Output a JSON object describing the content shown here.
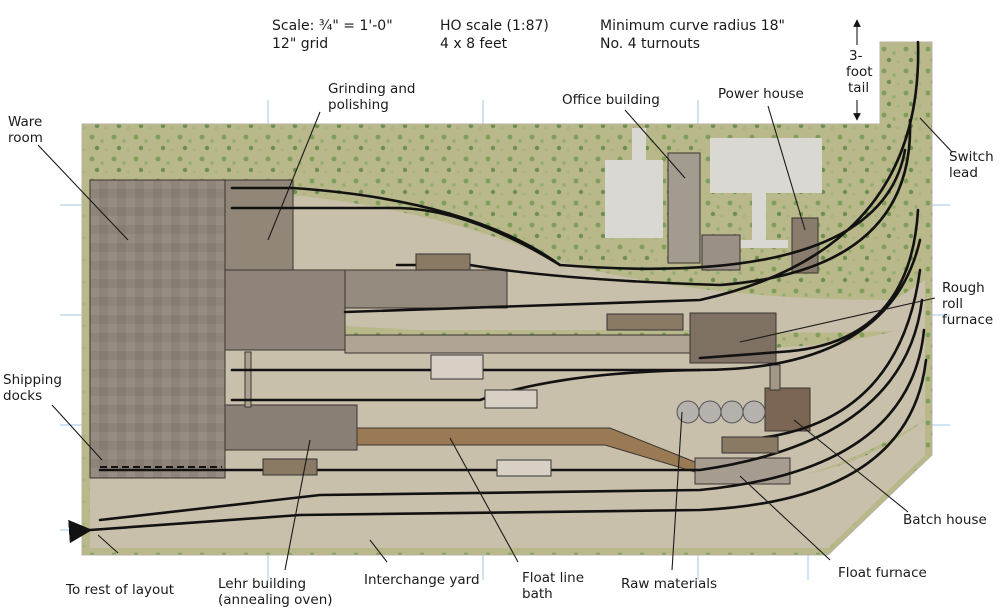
{
  "header": {
    "scale_line": "Scale: ¾\" = 1'-0\"",
    "grid_line": "12\" grid",
    "ho_line": "HO scale (1:87)",
    "size_line": "4 x 8 feet",
    "curve_line": "Minimum curve radius 18\"",
    "turnout_line": "No. 4 turnouts"
  },
  "tail": {
    "line1": "3-",
    "line2": "foot",
    "line3": "tail"
  },
  "labels": {
    "ware_room": [
      "Ware",
      "room"
    ],
    "grinding": [
      "Grinding and",
      "polishing"
    ],
    "office": "Office building",
    "power_house": "Power house",
    "switch_lead": [
      "Switch",
      "lead"
    ],
    "rough_roll": [
      "Rough",
      "roll",
      "furnace"
    ],
    "shipping": [
      "Shipping",
      "docks"
    ],
    "batch_house": "Batch house",
    "float_furnace": "Float furnace",
    "to_rest": "To rest of layout",
    "lehr": [
      "Lehr building",
      "(annealing oven)"
    ],
    "interchange": "Interchange yard",
    "float_bath": [
      "Float line",
      "bath"
    ],
    "raw_materials": "Raw materials"
  },
  "colors": {
    "ground": "#c9c0ab",
    "vegetation": "#8ea86a",
    "building": "#8f847a",
    "track": "#121212",
    "grid": "#9ec8e8",
    "bath": "#9a7a55"
  }
}
